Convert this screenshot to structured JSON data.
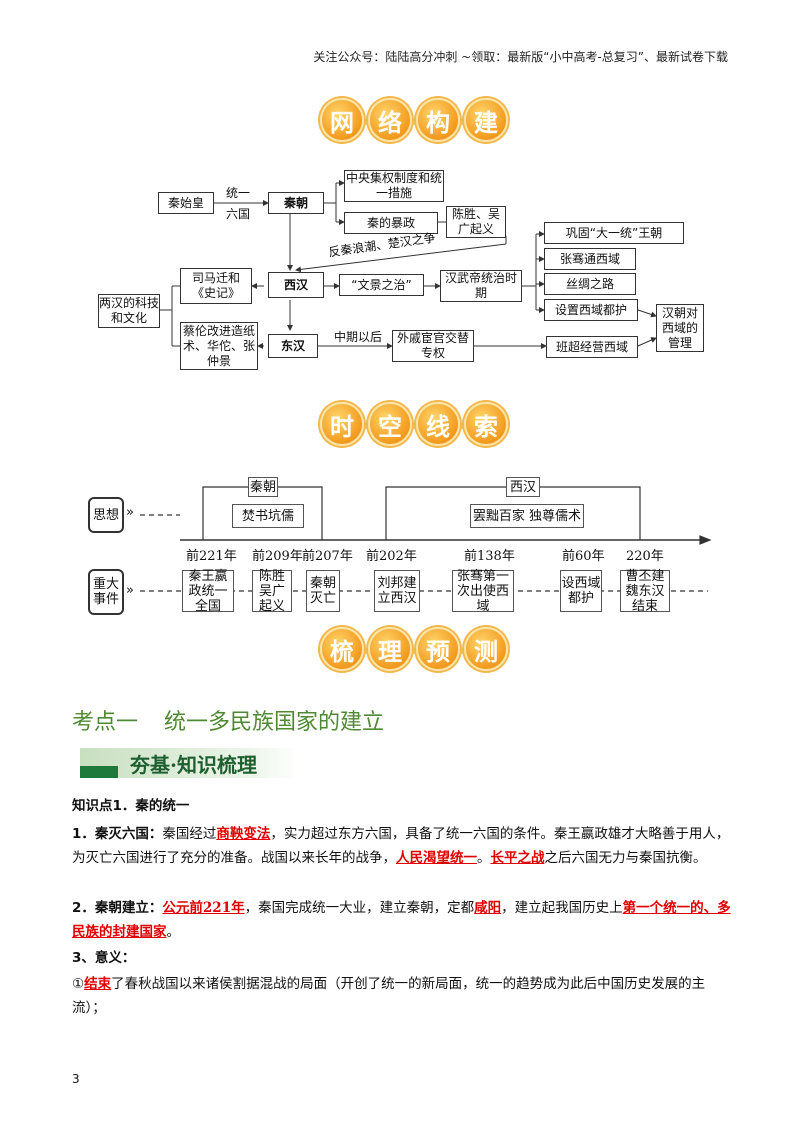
{
  "header": "关注公众号：陆陆高分冲刺 ~领取：最新版“小中高考-总复习”、最新试卷下载",
  "banner1": [
    "网",
    "络",
    "构",
    "建"
  ],
  "banner2": [
    "时",
    "空",
    "线",
    "索"
  ],
  "banner3": [
    "梳",
    "理",
    "预",
    "测"
  ],
  "map": {
    "qinshihuang": "秦始皇",
    "unify": "统一",
    "six": "六国",
    "qin": "秦朝",
    "central": "中央集权制度和统一措施",
    "tyranny": "秦的暴政",
    "chensheng": "陈胜、吴广起义",
    "antiqin": "反秦浪潮、楚汉之争",
    "sima": "司马迁和《史记》",
    "xihan": "西汉",
    "wenjing": "“文景之治”",
    "wudi": "汉武帝统治时期",
    "gonggu": "巩固“大一统”王朝",
    "zhangqian": "张骞通西域",
    "silk": "丝绸之路",
    "duhu": "设置西域都护",
    "manage": "汉朝对西域的管理",
    "science": "两汉的科技和文化",
    "cailun": "蔡伦改进造纸术、华佗、张仲景",
    "donghan": "东汉",
    "midlater": "中期以后",
    "waiqi": "外戚宦官交替专权",
    "banchao": "班超经营西域"
  },
  "timeline": {
    "sixiang": "思想",
    "events_label": "重大事件",
    "qin_label": "秦朝",
    "fenshu": "焚书坑儒",
    "xihan_label": "西汉",
    "bachu": "罢黜百家  独尊儒术",
    "years": [
      "前221年",
      "前209年",
      "前207年",
      "前202年",
      "前138年",
      "前60年",
      "220年"
    ],
    "events": [
      "秦王嬴政统一全国",
      "陈胜吴广起义",
      "秦朝灭亡",
      "刘邦建立西汉",
      "张骞第一次出使西域",
      "设西域都护",
      "曹丕建魏东汉结束"
    ]
  },
  "kaodian": [
    "考点一",
    "统一多民族国家的建立"
  ],
  "subtitle": "夯基·知识梳理",
  "zsd": "知识点1．秦的统一",
  "p1": {
    "label": "1．秦灭六国：",
    "t1": "秦国经过",
    "r1": "商鞅变法",
    "t2": "，实力超过东方六国，具备了统一六国的条件。秦王嬴政雄才大略善于用人，为灭亡六国进行了充分的准备。战国以来长年的战争，",
    "r2": "人民渴望统一",
    "t3": "。",
    "r3": "长平之战",
    "t4": "之后六国无力与秦国抗衡。"
  },
  "p2": {
    "label": "2．秦朝建立：",
    "r1": "公元前221年",
    "t1": "，秦国完成统一大业，建立秦朝，定都",
    "r2": "咸阳",
    "t2": "，建立起我国历史上",
    "r3": "第一个统一的、多民族的封建国家",
    "t3": "。"
  },
  "p3": {
    "label": "3、意义："
  },
  "p4": {
    "t0": "①",
    "r1": "结束",
    "t1": "了春秋战国以来诸侯割据混战的局面（开创了统一的新局面，统一的趋势成为此后中国历史发展的主流）；"
  },
  "page_number": "3"
}
